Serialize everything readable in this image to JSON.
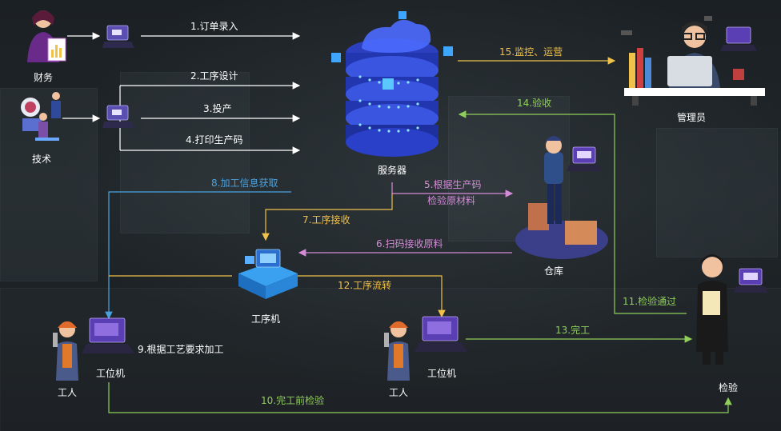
{
  "nodes": {
    "finance": "财务",
    "tech": "技术",
    "server": "服务器",
    "admin": "管理员",
    "warehouse": "仓库",
    "process_pc": "工序机",
    "station_pc_1": "工位机",
    "station_pc_2": "工位机",
    "worker_1": "工人",
    "worker_2": "工人",
    "inspection": "检验"
  },
  "steps": {
    "s1": "1.订单录入",
    "s2": "2.工序设计",
    "s3": "3.投产",
    "s4": "4.打印生产码",
    "s5a": "5.根据生产码",
    "s5b": "检验原材料",
    "s6": "6.扫码接收原料",
    "s7": "7.工序接收",
    "s8": "8.加工信息获取",
    "s9": "9.根据工艺要求加工",
    "s10": "10.完工前检验",
    "s11": "11.检验通过",
    "s12": "12.工序流转",
    "s13": "13.完工",
    "s14": "14.验收",
    "s15": "15.监控、运营"
  },
  "colors": {
    "white": "#ffffff",
    "yellow": "#f0c24a",
    "blue": "#4aa3e0",
    "pink": "#d58ad8",
    "green": "#8fcf5a"
  }
}
